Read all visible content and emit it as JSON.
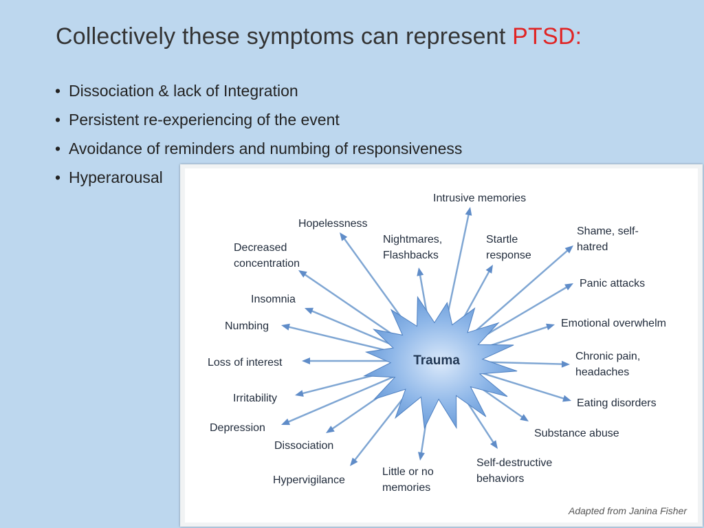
{
  "title": {
    "main": "Collectively these symptoms can represent ",
    "accent": "PTSD:",
    "accent_color": "#e02424"
  },
  "bullets": [
    "Dissociation & lack of Integration",
    "Persistent re-experiencing of the event",
    "Avoidance of reminders and numbing of responsiveness",
    "Hyperarousal"
  ],
  "diagram": {
    "center_label": "Trauma",
    "star_color": "#6ea0dc",
    "arrow_color": "#7fa6d3",
    "credit": "Adapted from Janina Fisher",
    "symptoms": [
      {
        "label": [
          "Intrusive memories"
        ]
      },
      {
        "label": [
          "Hopelessness"
        ]
      },
      {
        "label": [
          "Nightmares,",
          "Flashbacks"
        ]
      },
      {
        "label": [
          "Startle",
          "response"
        ]
      },
      {
        "label": [
          "Shame, self-",
          "hatred"
        ]
      },
      {
        "label": [
          "Decreased",
          "concentration"
        ]
      },
      {
        "label": [
          "Panic attacks"
        ]
      },
      {
        "label": [
          "Insomnia"
        ]
      },
      {
        "label": [
          "Emotional overwhelm"
        ]
      },
      {
        "label": [
          "Numbing"
        ]
      },
      {
        "label": [
          "Chronic pain,",
          "headaches"
        ]
      },
      {
        "label": [
          "Loss of interest"
        ]
      },
      {
        "label": [
          "Irritability"
        ]
      },
      {
        "label": [
          "Eating disorders"
        ]
      },
      {
        "label": [
          "Depression"
        ]
      },
      {
        "label": [
          "Substance abuse"
        ]
      },
      {
        "label": [
          "Dissociation"
        ]
      },
      {
        "label": [
          "Self-destructive",
          "behaviors"
        ]
      },
      {
        "label": [
          "Hypervigilance"
        ]
      },
      {
        "label": [
          "Little or no",
          "memories"
        ]
      }
    ]
  }
}
